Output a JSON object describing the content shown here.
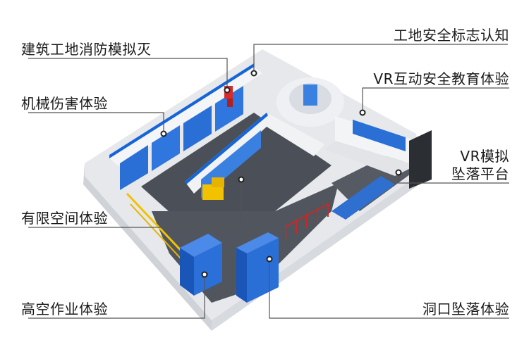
{
  "labels": {
    "fire_drill": "建筑工地消防模拟灭",
    "safety_signs": "工地安全标志认知",
    "machinery": "机械伤害体验",
    "vr_education": "VR互动安全教育体验",
    "vr_fall_line1": "VR模拟",
    "vr_fall_line2": "坠落平台",
    "confined_space": "有限空间体验",
    "high_altitude": "高空作业体验",
    "hole_fall": "洞口坠落体验"
  },
  "colors": {
    "floor_dark": "#4a4f58",
    "wall_white": "#f2f3f5",
    "wall_shadow": "#c9ccd2",
    "accent_blue": "#1565d8",
    "screen_blue": "#2a6fd6",
    "leader_line": "#555555",
    "dot": "#222222"
  }
}
